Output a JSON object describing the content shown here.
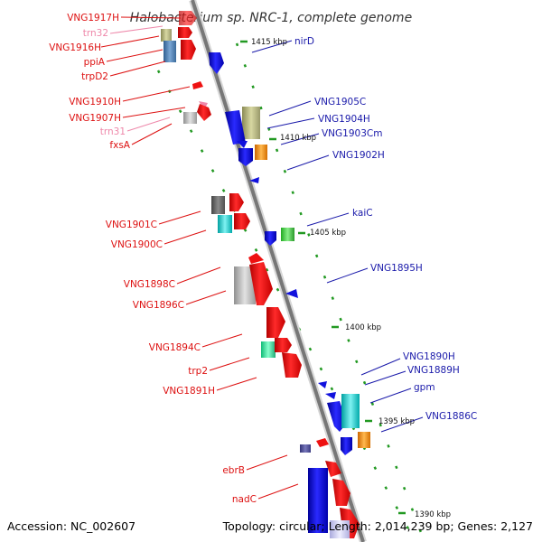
{
  "title": "Halobacterium sp. NRC-1, complete genome",
  "footer": {
    "accession": "Accession: NC_002607",
    "topology": "Topology: circular; Length: 2,014,239 bp; Genes: 2,127"
  },
  "colors": {
    "red": "#ee1111",
    "blue": "#1111dd",
    "pink": "#ee88aa",
    "backbone": "#777777",
    "tick": "#229922"
  },
  "kbp_marks": [
    "1415 kbp",
    "1410 kbp",
    "1405 kbp",
    "1400 kbp",
    "1395 kbp",
    "1390 kbp"
  ],
  "left_labels": [
    {
      "text": "VNG1917H",
      "color": "red"
    },
    {
      "text": "trn32",
      "color": "pink"
    },
    {
      "text": "VNG1916H",
      "color": "red"
    },
    {
      "text": "ppiA",
      "color": "red"
    },
    {
      "text": "trpD2",
      "color": "red"
    },
    {
      "text": "VNG1910H",
      "color": "red"
    },
    {
      "text": "VNG1907H",
      "color": "red"
    },
    {
      "text": "trn31",
      "color": "pink"
    },
    {
      "text": "fxsA",
      "color": "red"
    },
    {
      "text": "VNG1901C",
      "color": "red"
    },
    {
      "text": "VNG1900C",
      "color": "red"
    },
    {
      "text": "VNG1898C",
      "color": "red"
    },
    {
      "text": "VNG1896C",
      "color": "red"
    },
    {
      "text": "VNG1894C",
      "color": "red"
    },
    {
      "text": "trp2",
      "color": "red"
    },
    {
      "text": "VNG1891H",
      "color": "red"
    },
    {
      "text": "ebrB",
      "color": "red"
    },
    {
      "text": "nadC",
      "color": "red"
    }
  ],
  "right_labels": [
    {
      "text": "nirD"
    },
    {
      "text": "VNG1905C"
    },
    {
      "text": "VNG1904H"
    },
    {
      "text": "VNG1903Cm"
    },
    {
      "text": "VNG1902H"
    },
    {
      "text": "kaiC"
    },
    {
      "text": "VNG1895H"
    },
    {
      "text": "VNG1890H"
    },
    {
      "text": "VNG1889H"
    },
    {
      "text": "gpm"
    },
    {
      "text": "VNG1886C"
    }
  ]
}
